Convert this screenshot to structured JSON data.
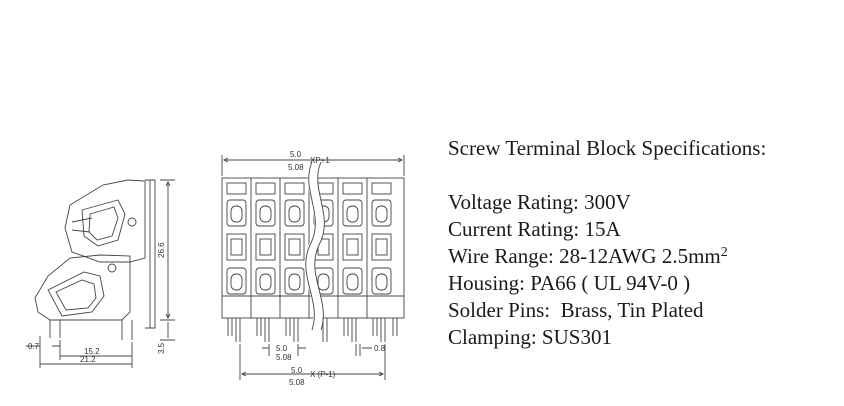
{
  "dimensions": {
    "pitch_top_1": "5.0",
    "pitch_top_2": "5.08",
    "pitch_top_suffix": "XP+1",
    "height_total": "26.6",
    "pin_length": "3.5",
    "width_inner": "15.2",
    "width_total": "21.2",
    "offset_small": "0.7",
    "pin_pitch_1": "5.0",
    "pin_pitch_2": "5.08",
    "pin_width": "0.8",
    "pitch_bottom_1": "5.0",
    "pitch_bottom_2": "5.08",
    "pitch_bottom_suffix": "X (P-1)"
  },
  "specs": {
    "title": "Screw Terminal Block Specifications:",
    "lines": [
      "Voltage Rating: 300V",
      "Current Rating: 15A",
      "Wire Range: 28-12AWG 2.5mm",
      "Housing: PA66 ( UL 94V-0 )",
      "Solder Pins:  Brass, Tin Plated",
      "Clamping: SUS301"
    ],
    "wire_range_superscript": "2"
  }
}
